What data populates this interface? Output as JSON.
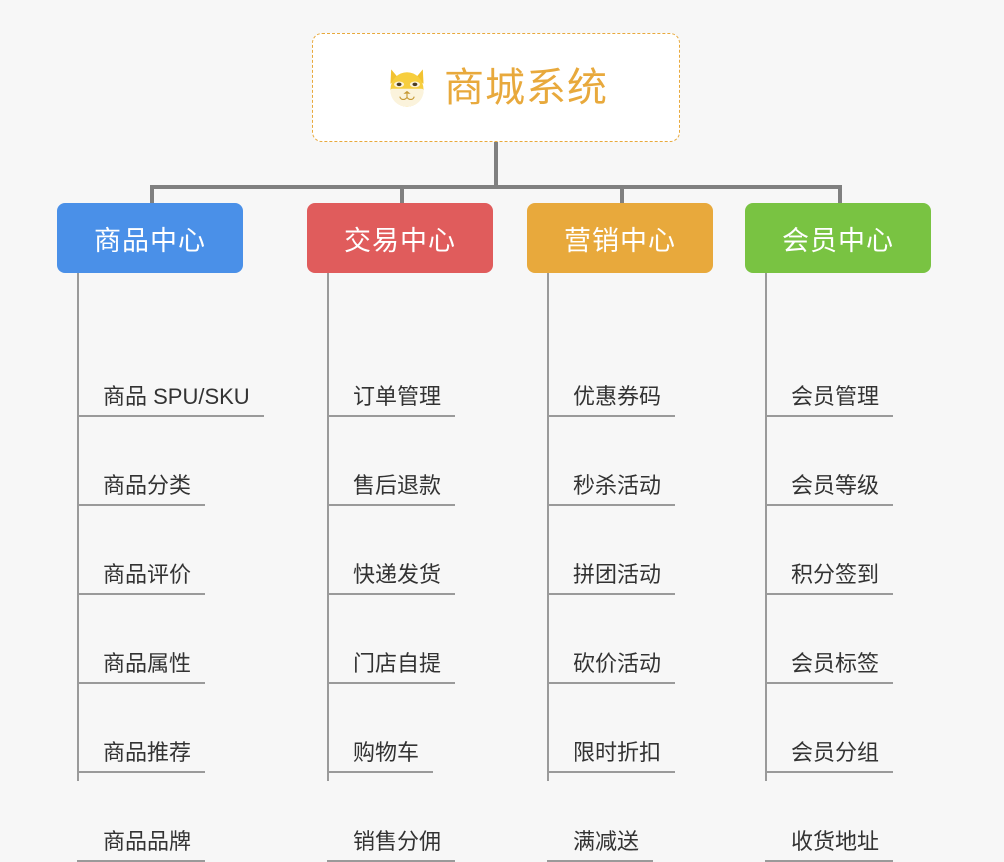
{
  "root": {
    "title": "商城系统",
    "icon": "shiba-dog-icon",
    "color": "#e8a93c",
    "border_color": "#e8a93c",
    "background": "#ffffff"
  },
  "canvas": {
    "background": "#f7f7f7",
    "connector_color": "#808080",
    "leaf_line_color": "#9a9a9a"
  },
  "categories": [
    {
      "label": "商品中心",
      "color": "#4a90e8",
      "items": [
        "商品 SPU/SKU",
        "商品分类",
        "商品评价",
        "商品属性",
        "商品推荐",
        "商品品牌"
      ]
    },
    {
      "label": "交易中心",
      "color": "#e05c5c",
      "items": [
        "订单管理",
        "售后退款",
        "快递发货",
        "门店自提",
        "购物车",
        "销售分佣"
      ]
    },
    {
      "label": "营销中心",
      "color": "#e8a93c",
      "items": [
        "优惠券码",
        "秒杀活动",
        "拼团活动",
        "砍价活动",
        "限时折扣",
        "满减送"
      ]
    },
    {
      "label": "会员中心",
      "color": "#79c342",
      "items": [
        "会员管理",
        "会员等级",
        "积分签到",
        "会员标签",
        "会员分组",
        "收货地址"
      ]
    }
  ]
}
